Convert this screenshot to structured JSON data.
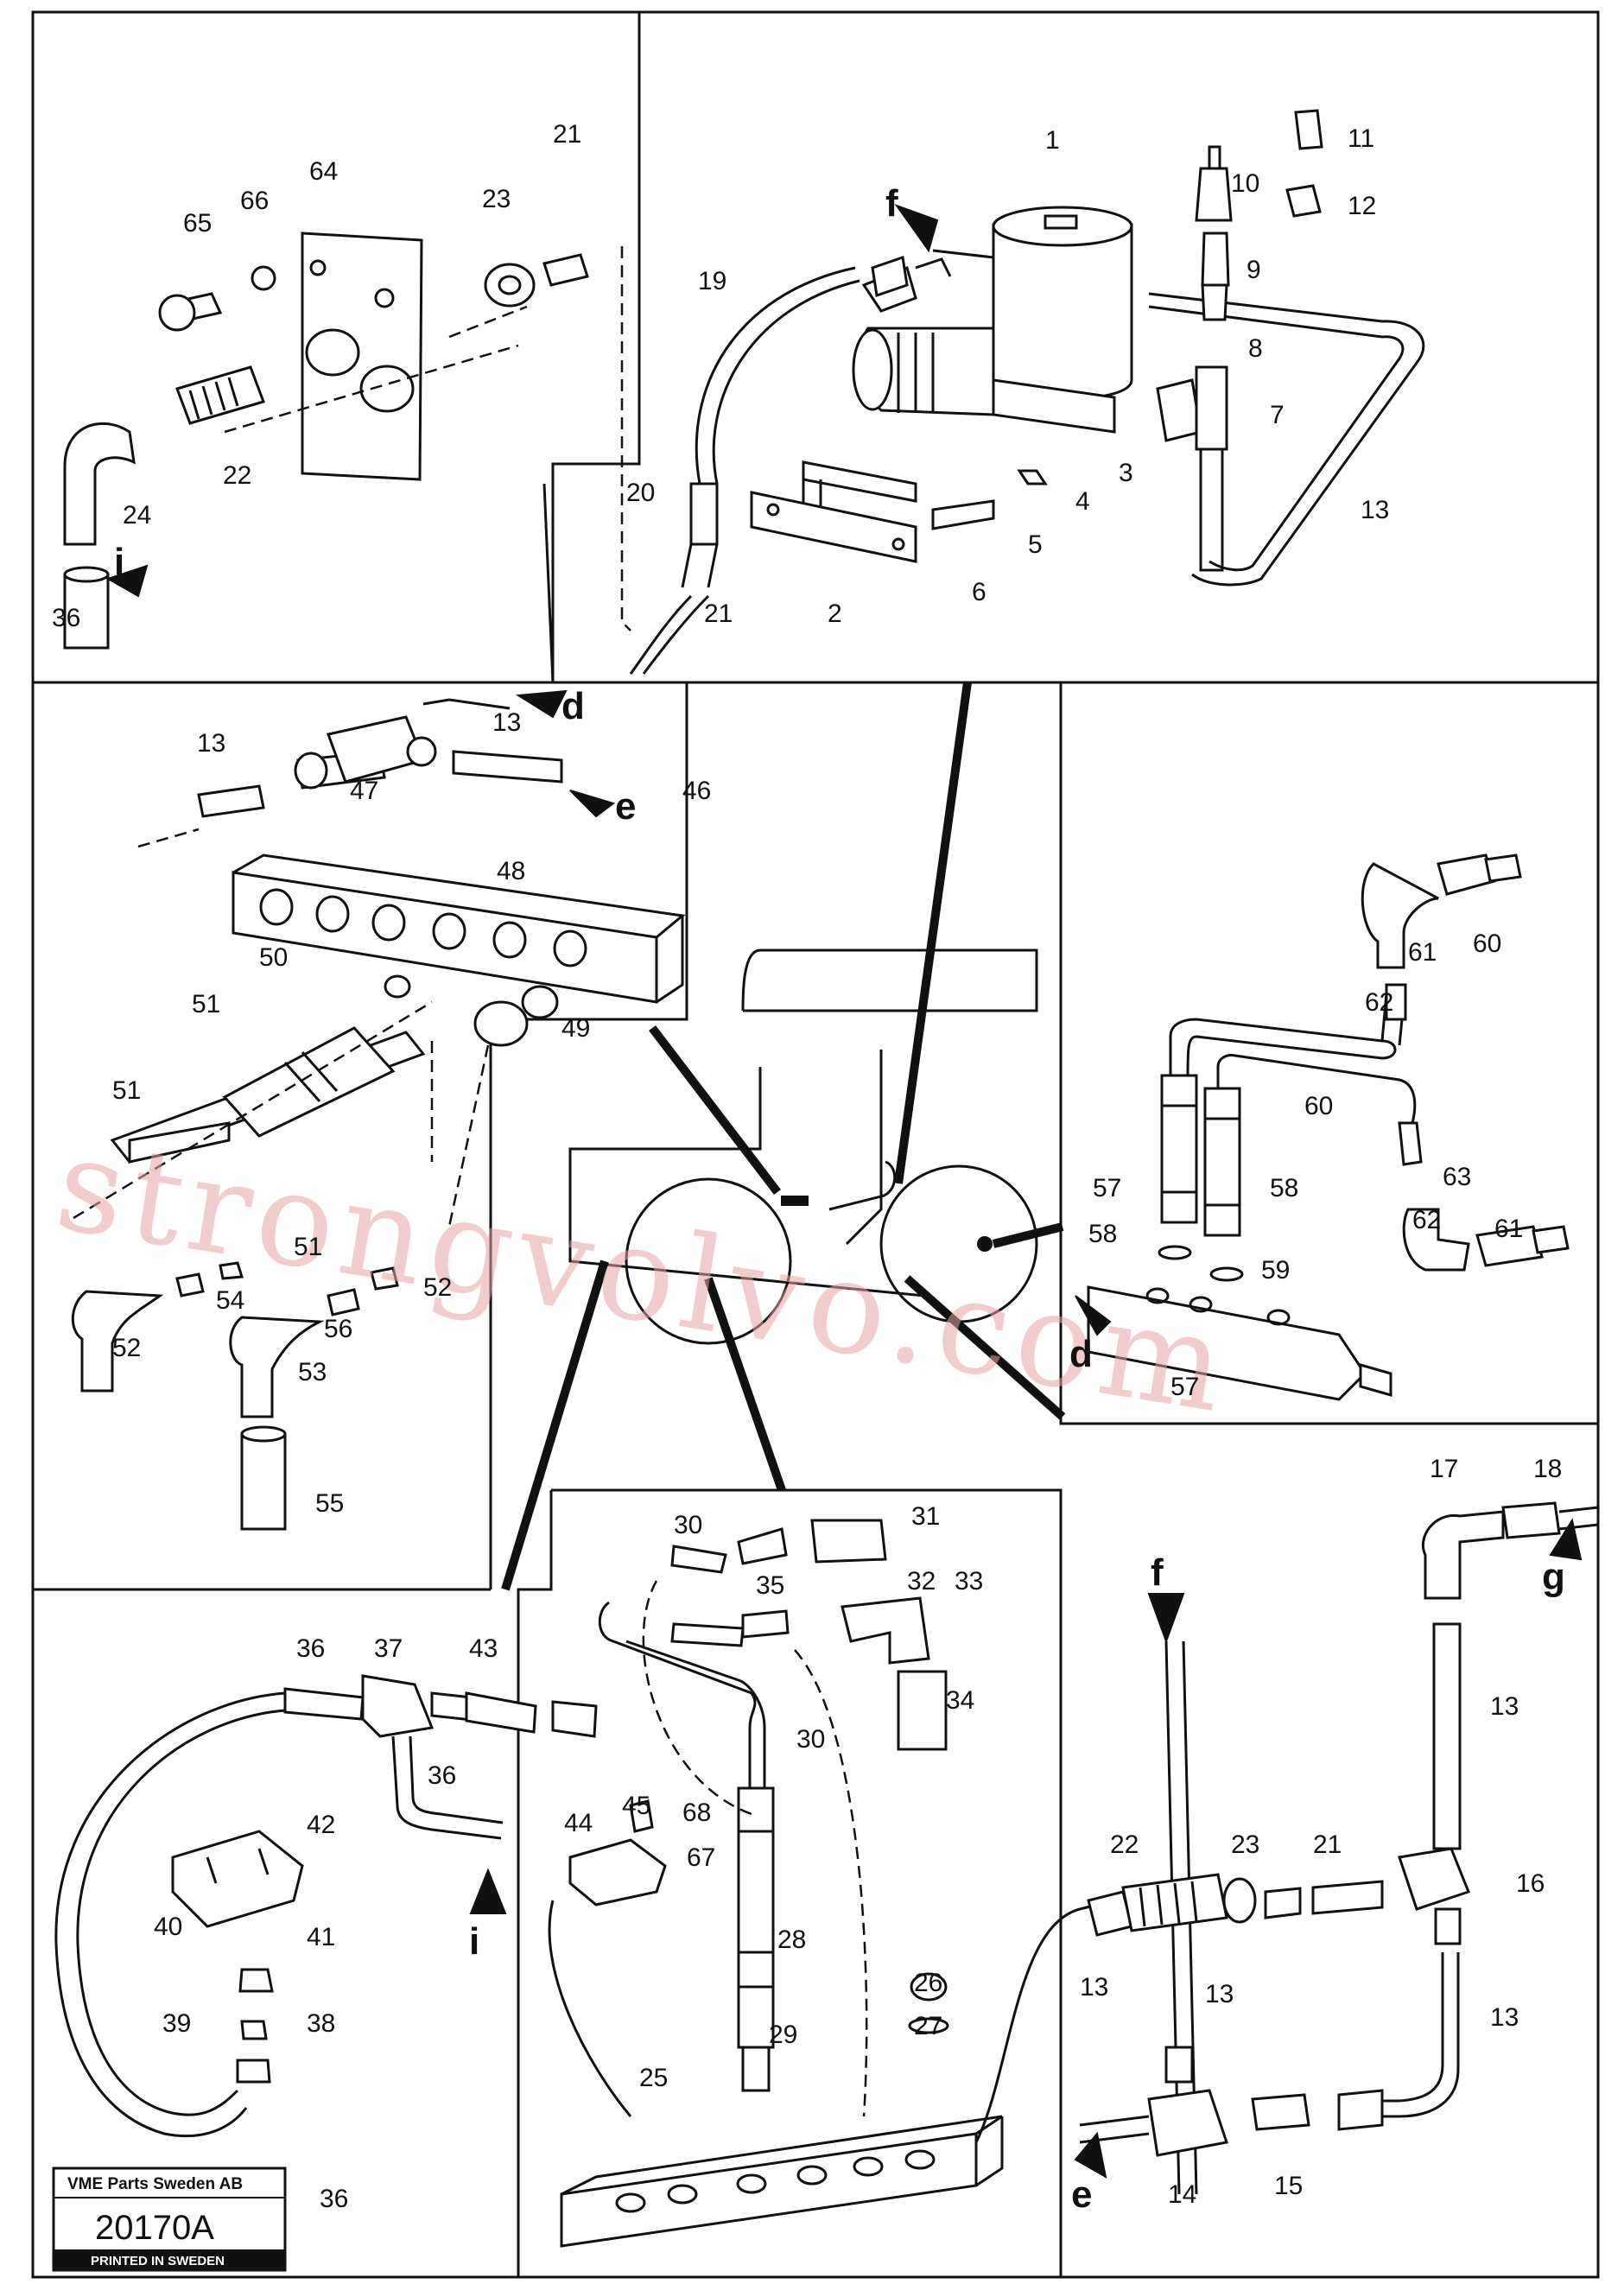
{
  "watermark": "strongvolvo.com",
  "title_block": {
    "company": "VME Parts Sweden AB",
    "drawing_number": "20170A",
    "printed": "PRINTED IN SWEDEN"
  },
  "part_labels": [
    "1",
    "2",
    "3",
    "4",
    "5",
    "6",
    "7",
    "8",
    "9",
    "10",
    "11",
    "12",
    "13",
    "13",
    "13",
    "13",
    "13",
    "13",
    "13",
    "14",
    "15",
    "16",
    "17",
    "18",
    "19",
    "20",
    "21",
    "21",
    "21",
    "22",
    "22",
    "23",
    "23",
    "24",
    "25",
    "26",
    "27",
    "28",
    "29",
    "30",
    "30",
    "31",
    "32",
    "33",
    "34",
    "35",
    "36",
    "36",
    "36",
    "36",
    "37",
    "38",
    "39",
    "40",
    "41",
    "42",
    "43",
    "44",
    "45",
    "46",
    "47",
    "48",
    "49",
    "50",
    "51",
    "51",
    "51",
    "52",
    "52",
    "53",
    "54",
    "55",
    "56",
    "57",
    "57",
    "58",
    "58",
    "59",
    "60",
    "60",
    "61",
    "61",
    "62",
    "62",
    "63",
    "64",
    "65",
    "66",
    "67",
    "68"
  ],
  "view_letters": [
    "f",
    "i",
    "d",
    "e",
    "d",
    "f",
    "g",
    "i",
    "e"
  ]
}
